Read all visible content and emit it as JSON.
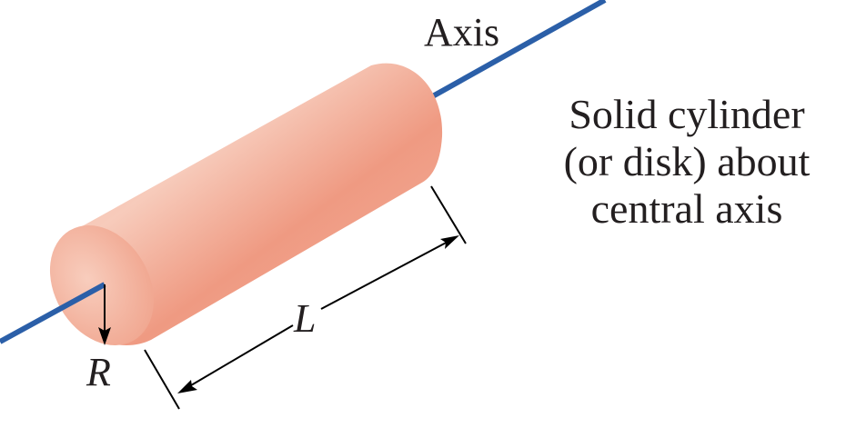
{
  "labels": {
    "axis": "Axis",
    "length": "L",
    "radius": "R"
  },
  "caption": [
    "Solid cylinder",
    "(or disk) about",
    "central axis"
  ],
  "colors": {
    "axis_line": "#2b5fa8",
    "cylinder_light": "#f7c9b8",
    "cylinder_mid": "#f1a089",
    "cylinder_dark": "#e98a72",
    "end_cap": "#f6b9a6",
    "text": "#231f20"
  }
}
